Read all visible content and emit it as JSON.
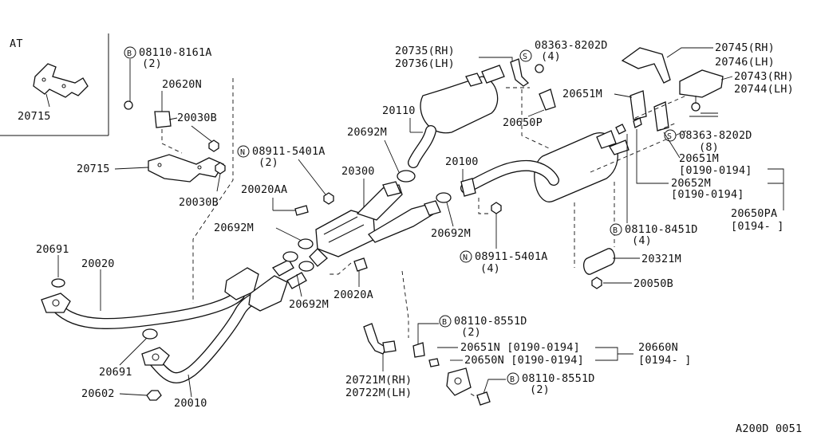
{
  "diagram": {
    "at_label": "AT",
    "figure_code": "A200D 0051",
    "labels": {
      "p20715_inset": "20715",
      "b_08110_8161A": "08110-8161A",
      "b_08110_8161A_qty": "(2)",
      "p20620N": "20620N",
      "p20030B_1": "20030B",
      "p20715": "20715",
      "p20030B_2": "20030B",
      "n_08911_5401A_1": "08911-5401A",
      "n_08911_5401A_1_qty": "(2)",
      "p20020AA": "20020AA",
      "p20692M_1": "20692M",
      "p20300": "20300",
      "p20692M_2": "20692M",
      "p20110": "20110",
      "p20735": "20735(RH)",
      "p20736": "20736(LH)",
      "s_08363_8202D_1": "08363-8202D",
      "s_08363_8202D_1_qty": "(4)",
      "p20745": "20745(RH)",
      "p20746": "20746(LH)",
      "p20743": "20743(RH)",
      "p20744": "20744(LH)",
      "p20651M_1": "20651M",
      "p20650P": "20650P",
      "s_08363_8202D_2": "08363-8202D",
      "s_08363_8202D_2_qty": "(8)",
      "p20651M_2": "20651M",
      "p20651M_2_range": "[0190-0194]",
      "p20652M": "20652M",
      "p20652M_range": "[0190-0194]",
      "p20650PA": "20650PA",
      "p20650PA_range": "[0194-      ]",
      "p20100": "20100",
      "p20692M_3": "20692M",
      "b_08110_8451D": "08110-8451D",
      "b_08110_8451D_qty": "(4)",
      "n_08911_5401A_2": "08911-5401A",
      "n_08911_5401A_2_qty": "(4)",
      "p20321M": "20321M",
      "p20050B": "20050B",
      "p20691_1": "20691",
      "p20020": "20020",
      "p20692M_4": "20692M",
      "p20020A": "20020A",
      "b_08110_8551D_1": "08110-8551D",
      "b_08110_8551D_1_qty": "(2)",
      "p20651N": "20651N [0190-0194]",
      "p20650N": "20650N [0190-0194]",
      "p20660N": "20660N",
      "p20660N_range": "[0194-      ]",
      "b_08110_8551D_2": "08110-8551D",
      "b_08110_8551D_2_qty": "(2)",
      "p20691_2": "20691",
      "p20602": "20602",
      "p20010": "20010",
      "p20721M": "20721M(RH)",
      "p20722M": "20722M(LH)"
    },
    "circle_letters": {
      "bolt": "B",
      "nut": "N",
      "screw": "S"
    }
  }
}
